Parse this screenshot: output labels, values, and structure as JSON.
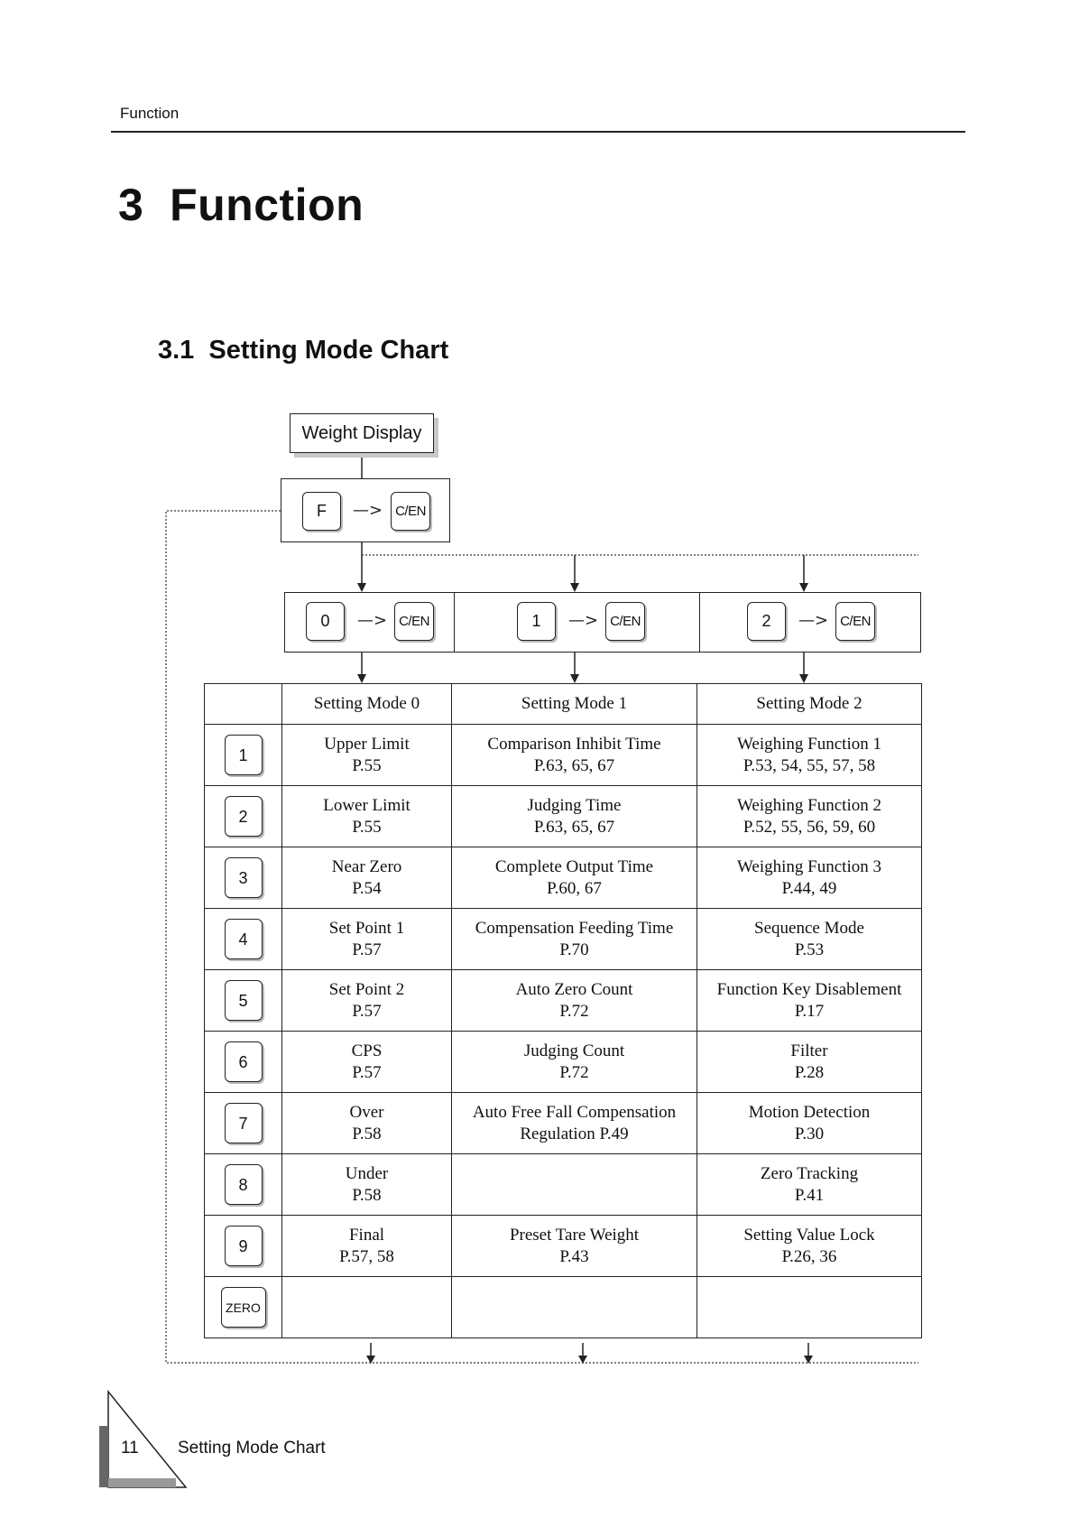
{
  "header": {
    "running_title": "Function"
  },
  "chapter": {
    "title": "3  Function"
  },
  "section": {
    "title": "3.1  Setting Mode Chart"
  },
  "flow": {
    "display_label": "Weight Display",
    "f_key": "F",
    "enter_key": "C/EN",
    "arrow": "—>",
    "mode_keys": [
      "0",
      "1",
      "2"
    ]
  },
  "table": {
    "headers": [
      "Setting Mode 0",
      "Setting Mode 1",
      "Setting Mode 2"
    ],
    "rows": [
      {
        "key": "1",
        "cells": [
          [
            "Upper Limit",
            "P.55"
          ],
          [
            "Comparison Inhibit Time",
            "P.63, 65, 67"
          ],
          [
            "Weighing Function 1",
            "P.53, 54, 55, 57, 58"
          ]
        ]
      },
      {
        "key": "2",
        "cells": [
          [
            "Lower Limit",
            "P.55"
          ],
          [
            "Judging Time",
            "P.63, 65, 67"
          ],
          [
            "Weighing Function 2",
            "P.52, 55, 56, 59, 60"
          ]
        ]
      },
      {
        "key": "3",
        "cells": [
          [
            "Near Zero",
            "P.54"
          ],
          [
            "Complete Output Time",
            "P.60, 67"
          ],
          [
            "Weighing Function 3",
            "P.44, 49"
          ]
        ]
      },
      {
        "key": "4",
        "cells": [
          [
            "Set Point 1",
            "P.57"
          ],
          [
            "Compensation Feeding Time",
            "P.70"
          ],
          [
            "Sequence Mode",
            "P.53"
          ]
        ]
      },
      {
        "key": "5",
        "cells": [
          [
            "Set Point 2",
            "P.57"
          ],
          [
            "Auto Zero Count",
            "P.72"
          ],
          [
            "Function Key Disablement",
            "P.17"
          ]
        ]
      },
      {
        "key": "6",
        "cells": [
          [
            "CPS",
            "P.57"
          ],
          [
            "Judging Count",
            "P.72"
          ],
          [
            "Filter",
            "P.28"
          ]
        ]
      },
      {
        "key": "7",
        "cells": [
          [
            "Over",
            "P.58"
          ],
          [
            "Auto Free Fall Compensation",
            "Regulation P.49"
          ],
          [
            "Motion Detection",
            "P.30"
          ]
        ]
      },
      {
        "key": "8",
        "cells": [
          [
            "Under",
            "P.58"
          ],
          [
            "",
            ""
          ],
          [
            "Zero Tracking",
            "P.41"
          ]
        ]
      },
      {
        "key": "9",
        "cells": [
          [
            "Final",
            "P.57, 58"
          ],
          [
            "Preset Tare Weight",
            "P.43"
          ],
          [
            "Setting Value Lock",
            "P.26, 36"
          ]
        ]
      },
      {
        "key": "ZERO",
        "cells": [
          [
            "",
            ""
          ],
          [
            "",
            ""
          ],
          [
            "",
            ""
          ]
        ]
      }
    ]
  },
  "footer": {
    "page_number": "11",
    "section_name": "Setting Mode Chart"
  }
}
